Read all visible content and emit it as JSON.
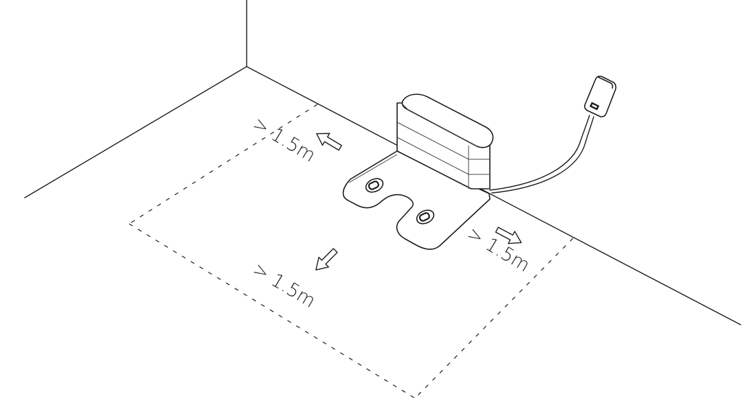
{
  "clearances": {
    "left": "> 1.5m",
    "front": "> 1.5m",
    "right": "> 1.5m"
  },
  "icons": [
    "arrow-left-icon",
    "arrow-front-icon",
    "arrow-right-icon",
    "charging-dock-icon",
    "power-adapter-icon"
  ]
}
